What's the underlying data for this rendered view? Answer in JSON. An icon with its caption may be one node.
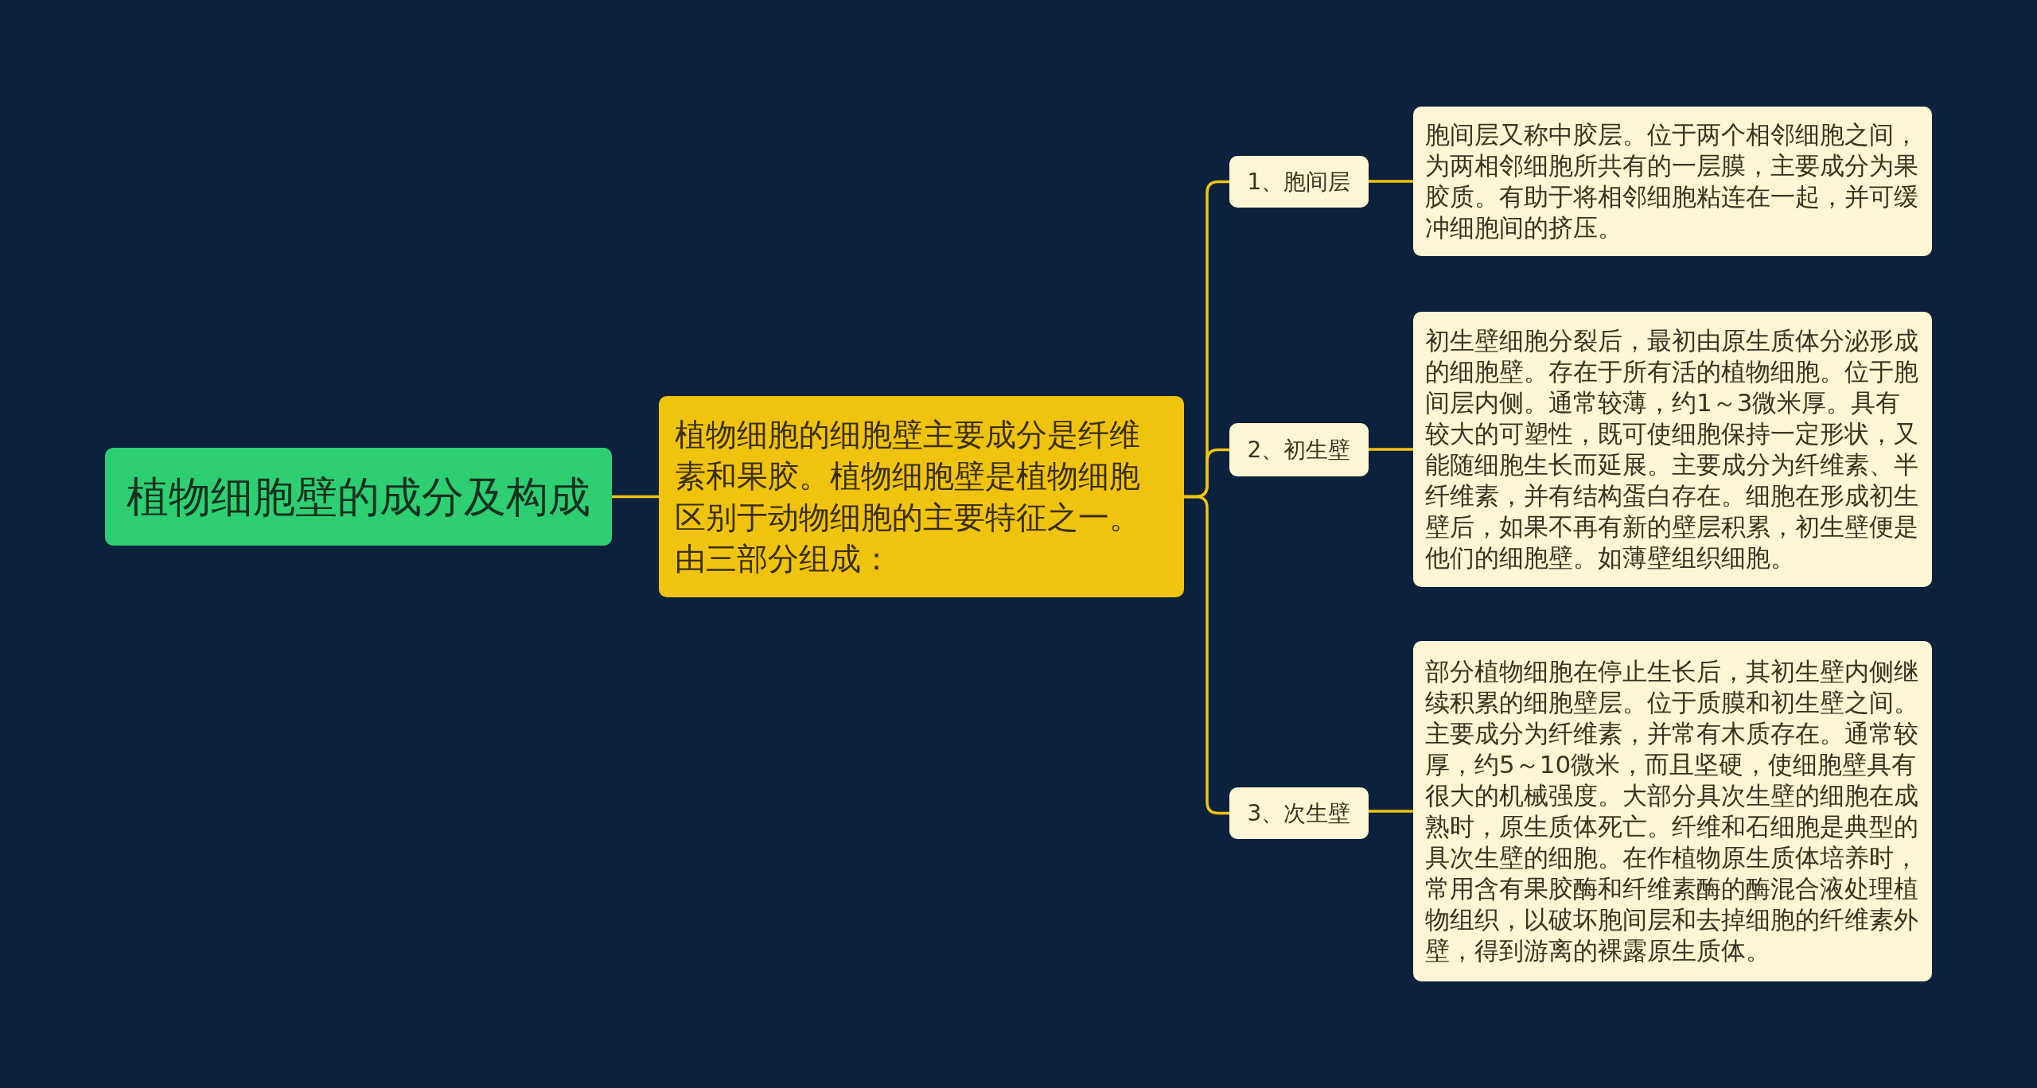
{
  "diagram": {
    "nodes": [
      {
        "text": [
          "植物细胞壁的成分及构成"
        ]
      },
      {
        "text": [
          "植物细胞的细胞壁主要成分是纤维素和果胶。植物细胞壁是植物细胞区别于动物细胞的主要特征之一。由三部分组成："
        ]
      },
      {
        "text": [
          "1、胞间层"
        ]
      },
      {
        "text": [
          "2、初生壁"
        ]
      },
      {
        "text": [
          "3、次生壁"
        ]
      },
      {
        "text": [
          "胞间层又称中胶层。位于两个相邻细胞之间，为两相邻细胞所共有的一层膜，主要成分为果胶质。有助于将相邻细胞粘连在一起，并可缓冲细胞间的挤压。"
        ]
      },
      {
        "text": [
          "初生壁细胞分裂后，最初由原生质体分泌形成的细胞壁。存在于所有活的植物细胞。位于胞间层内侧。通常较薄，约1～3微米厚。具有较大的可塑性，既可使细胞保持一定形状，又能随细胞生长而延展。主要成分为纤维素、半纤维素，并有结构蛋白存在。细胞在形成初生壁后，如果不再有新的壁层积累，初生壁便是他们的细胞壁。如薄壁组织细胞。"
        ]
      },
      {
        "text": [
          "部分植物细胞在停止生长后，其初生壁内侧继续积累的细胞壁层。位于质膜和初生壁之间。主要成分为纤维素，并常有木质存在。通常较厚，约5～10微米，而且坚硬，使细胞壁具有很大的机械强度。大部分具次生壁的细胞在成熟时，原生质体死亡。纤维和石细胞是典型的具次生壁的细胞。在作植物原生质体培养时，常用含有果胶酶和纤维素酶的酶混合液处理植物组织，以破坏胞间层和去掉细胞的纤维素外壁，得到游离的裸露原生质体。"
        ]
      }
    ],
    "edges": [
      {
        "from": 0,
        "to": 1,
        "arrow": "none"
      },
      {
        "from": 1,
        "to": 2,
        "arrow": "none"
      },
      {
        "from": 1,
        "to": 3,
        "arrow": "none"
      },
      {
        "from": 1,
        "to": 4,
        "arrow": "none"
      },
      {
        "from": 2,
        "to": 5,
        "arrow": "none"
      },
      {
        "from": 3,
        "to": 6,
        "arrow": "none"
      },
      {
        "from": 4,
        "to": 7,
        "arrow": "none"
      }
    ]
  }
}
